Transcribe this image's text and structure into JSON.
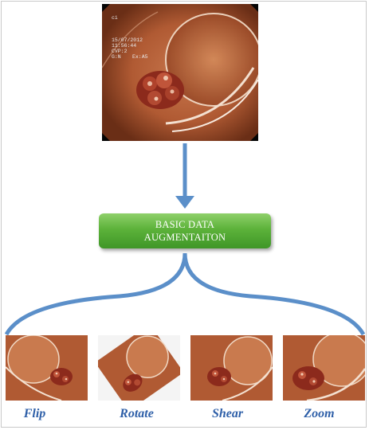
{
  "diagram": {
    "process_box": {
      "line1": "BASIC DATA",
      "line2": "AUGMENTAITON"
    },
    "source_image": {
      "osd_corner": "ci",
      "osd_lines": [
        "15/07/2012",
        "11:56:44",
        "CVP:2",
        "G:N"
      ],
      "osd_extra": "Ex:A5"
    },
    "outputs": [
      {
        "label": "Flip"
      },
      {
        "label": "Rotate"
      },
      {
        "label": "Shear"
      },
      {
        "label": "Zoom"
      }
    ]
  },
  "colors": {
    "arrow": "#5b8fc9",
    "box_green": "#5cb23a",
    "caption_blue": "#2e5fa8"
  }
}
